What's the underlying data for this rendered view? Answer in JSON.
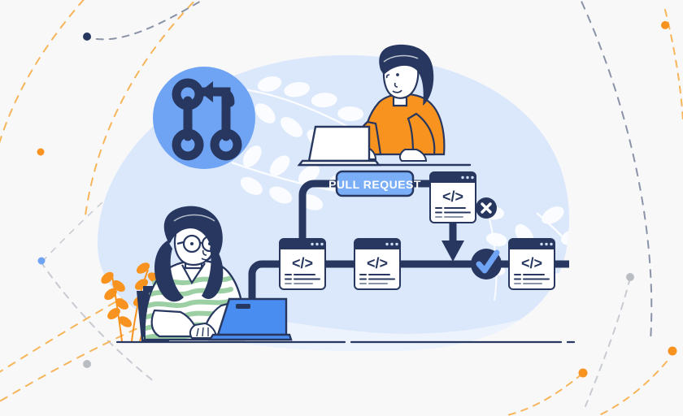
{
  "illustration": {
    "title": "Pull request code review workflow illustration",
    "background_color": "#f8f8f9",
    "blob_color": "#dbe8fb",
    "navy": "#27375f",
    "navy_dark": "#1f2d4e",
    "accent_blue": "#6fa4f5",
    "light_blue": "#8ab6f7",
    "laptop_blue": "#4a8df0",
    "orange": "#f7931e",
    "green": "#9cd0a4",
    "white": "#ffffff",
    "skin": "#ffffff"
  },
  "badge": {
    "label": "PULL REQUEST",
    "fill": "#7aaef7",
    "border": "#27375f",
    "text_color": "#ffffff"
  },
  "git_icon": {
    "name": "git-pull-request-icon",
    "circle_fill": "#6fa4f5",
    "glyph_color": "#27375f"
  },
  "code_cards": [
    {
      "id": "card-top-right",
      "symbol": "</>",
      "dots": 3,
      "lines": 4,
      "status": "rejected"
    },
    {
      "id": "card-mid-left",
      "symbol": "</>",
      "dots": 3,
      "lines": 4,
      "status": "none"
    },
    {
      "id": "card-mid-center",
      "symbol": "</>",
      "dots": 3,
      "lines": 4,
      "status": "none"
    },
    {
      "id": "card-mid-right",
      "symbol": "</>",
      "dots": 3,
      "lines": 4,
      "status": "approved"
    }
  ],
  "status_markers": [
    {
      "name": "reject-marker",
      "glyph": "x",
      "circle_fill": "#27375f",
      "glyph_color": "#ffffff"
    },
    {
      "name": "approve-marker",
      "glyph": "check",
      "circle_fill": "#27375f",
      "glyph_color": "#6fa4f5"
    }
  ],
  "people": [
    {
      "name": "developer-top",
      "shirt_color": "#f7931e",
      "hair_color": "#27375f",
      "laptop_color": "#ffffff",
      "glasses": false
    },
    {
      "name": "developer-bottom",
      "shirt_color": "#9cd0a4",
      "hair_color": "#27375f",
      "laptop_color": "#4a8df0",
      "glasses": true
    }
  ],
  "decorations": {
    "dashed_arcs": 6,
    "dots": [
      {
        "name": "dot-navy-topleft",
        "color": "#27375f"
      },
      {
        "name": "dot-orange-left",
        "color": "#f7931e"
      },
      {
        "name": "dot-blue-left",
        "color": "#6fa4f5"
      },
      {
        "name": "dot-gray-left",
        "color": "#b9bcc2"
      },
      {
        "name": "dot-orange-topright",
        "color": "#f7931e"
      },
      {
        "name": "dot-gray-right",
        "color": "#b9bcc2"
      },
      {
        "name": "dot-orange-bottom",
        "color": "#f7931e"
      },
      {
        "name": "dot-orange-bottomright",
        "color": "#f7931e"
      }
    ],
    "plant": {
      "name": "potted-plant",
      "leaf_color": "#f7931e",
      "pot_color": "#27375f"
    }
  }
}
